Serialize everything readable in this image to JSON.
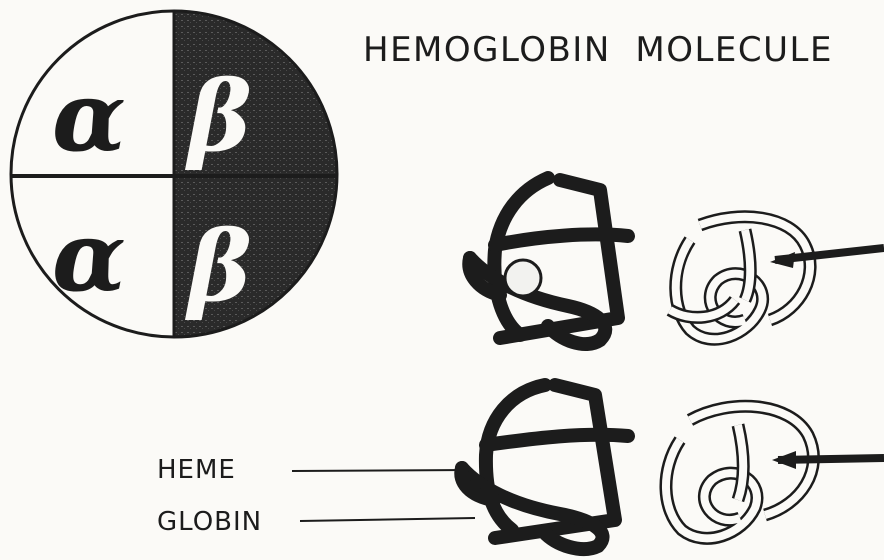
{
  "title": "HEMOGLOBIN  MOLECULE",
  "quadrants": {
    "top_left": "α",
    "top_right": "β",
    "bottom_left": "α",
    "bottom_right": "β"
  },
  "labels": {
    "heme": "HEME",
    "globin": "GLOBIN"
  },
  "colors": {
    "ink": "#1c1c1c",
    "paper": "#fbfaf7"
  }
}
